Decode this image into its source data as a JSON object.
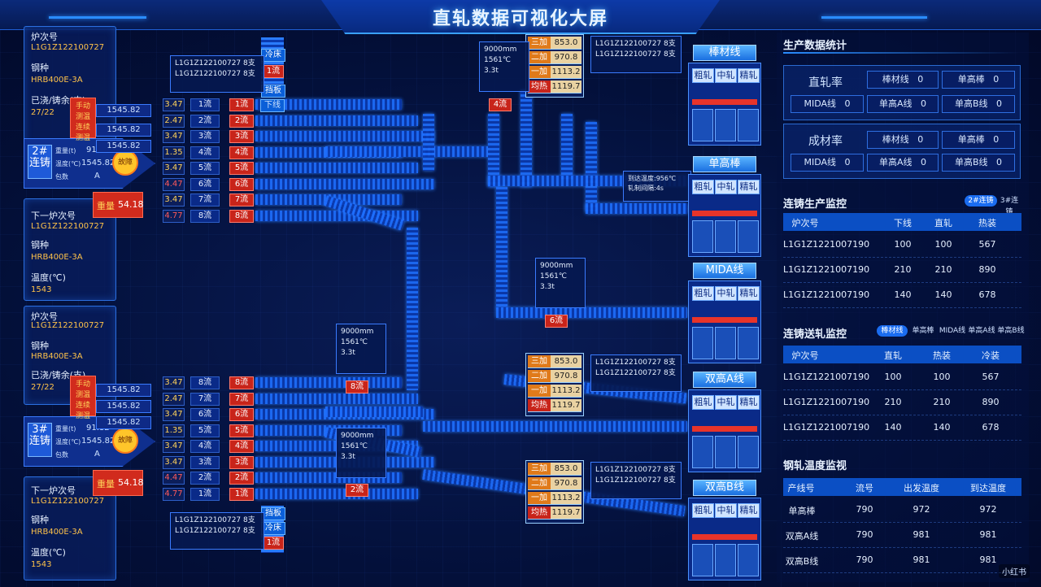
{
  "title": "直轧数据可视化大屏",
  "caster_panels": [
    {
      "heat_label": "炉次号",
      "heat_no": "L1G1Z122100727",
      "steel_label": "钢种",
      "steel": "HRB400E-3A",
      "cast_label": "已浇/铸余(支)",
      "cast": "27/22"
    },
    {
      "heat_label": "下一炉次号",
      "heat_no": "L1G1Z122100727",
      "steel_label": "钢种",
      "steel": "HRB400E-3A",
      "temp_label": "温度(℃)",
      "temp": "1543"
    },
    {
      "heat_label": "炉次号",
      "heat_no": "L1G1Z122100727",
      "steel_label": "钢种",
      "steel": "HRB400E-3A",
      "cast_label": "已浇/铸余(支)",
      "cast": "27/22"
    },
    {
      "heat_label": "下一炉次号",
      "heat_no": "L1G1Z122100727",
      "steel_label": "钢种",
      "steel": "HRB400E-3A",
      "temp_label": "温度(℃)",
      "temp": "1543"
    }
  ],
  "casters": [
    {
      "name_top": "2#",
      "name_bottom": "连铸",
      "weight_label": "重量(t)",
      "weight": "91.82",
      "temp_label": "温度(℃)",
      "temp": "1545.82",
      "ladle_label": "包数",
      "ladle": "A",
      "badge": "故障",
      "side": [
        "手动",
        "测温",
        "连续",
        "测温"
      ],
      "side_vals": [
        "1545.82",
        "1545.82",
        "1545.82"
      ],
      "heavy_label": "重量",
      "heavy": "54.18"
    },
    {
      "name_top": "3#",
      "name_bottom": "连铸",
      "weight_label": "重量(t)",
      "weight": "91.82",
      "temp_label": "温度(℃)",
      "temp": "1545.82",
      "ladle_label": "包数",
      "ladle": "A",
      "badge": "故障",
      "side": [
        "手动",
        "测温",
        "连续",
        "测温"
      ],
      "side_vals": [
        "1545.82",
        "1545.82",
        "1545.82"
      ],
      "heavy_label": "重量",
      "heavy": "54.18"
    }
  ],
  "top_strands": [
    {
      "speed": "3.47",
      "flow": "1流",
      "tag": "1流",
      "red_speed": false
    },
    {
      "speed": "2.47",
      "flow": "2流",
      "tag": "2流",
      "red_speed": false
    },
    {
      "speed": "3.47",
      "flow": "3流",
      "tag": "3流",
      "red_speed": false
    },
    {
      "speed": "1.35",
      "flow": "4流",
      "tag": "4流",
      "red_speed": false
    },
    {
      "speed": "3.47",
      "flow": "5流",
      "tag": "5流",
      "red_speed": false
    },
    {
      "speed": "4.47",
      "flow": "6流",
      "tag": "6流",
      "red_speed": true
    },
    {
      "speed": "3.47",
      "flow": "7流",
      "tag": "7流",
      "red_speed": false
    },
    {
      "speed": "4.77",
      "flow": "8流",
      "tag": "8流",
      "red_speed": true
    }
  ],
  "bottom_strands": [
    {
      "speed": "3.47",
      "flow": "8流",
      "tag": "8流",
      "red_speed": false
    },
    {
      "speed": "2.47",
      "flow": "7流",
      "tag": "7流",
      "red_speed": false
    },
    {
      "speed": "3.47",
      "flow": "6流",
      "tag": "6流",
      "red_speed": false
    },
    {
      "speed": "1.35",
      "flow": "5流",
      "tag": "5流",
      "red_speed": false
    },
    {
      "speed": "3.47",
      "flow": "4流",
      "tag": "4流",
      "red_speed": false
    },
    {
      "speed": "3.47",
      "flow": "3流",
      "tag": "3流",
      "red_speed": false
    },
    {
      "speed": "4.47",
      "flow": "2流",
      "tag": "2流",
      "red_speed": true
    },
    {
      "speed": "4.77",
      "flow": "1流",
      "tag": "1流",
      "red_speed": true
    }
  ],
  "downline_label": "下线",
  "cold_bed": "冷床",
  "baffle": "挡板",
  "flow1": "1流",
  "batch_rows": [
    {
      "heat": "L1G1Z122100727",
      "count": "8支"
    },
    {
      "heat": "L1G1Z122100727",
      "count": "8支"
    }
  ],
  "furnace": {
    "rows": [
      {
        "label": "三加",
        "value": "853.0"
      },
      {
        "label": "二加",
        "value": "970.8"
      },
      {
        "label": "一加",
        "value": "1113.2"
      },
      {
        "label": "均热",
        "value": "1119.7"
      }
    ]
  },
  "info_boxes": [
    {
      "len": "9000mm",
      "temp": "1561℃",
      "wt": "3.3t"
    }
  ],
  "flow_tags": {
    "f4": "4流",
    "f6": "6流",
    "f8": "8流",
    "f2": "2流"
  },
  "arrival": {
    "temp_label": "到达温度:",
    "temp": "956℃",
    "time_label": "轧制间隔:",
    "time": "4s"
  },
  "mills": [
    {
      "name": "棒材线"
    },
    {
      "name": "单高棒"
    },
    {
      "name": "MIDA线"
    },
    {
      "name": "双高A线"
    },
    {
      "name": "双高B线"
    }
  ],
  "mill_cells": [
    "粗轧",
    "中轧",
    "精轧"
  ],
  "stats": {
    "title": "生产数据统计",
    "direct_rate_label": "直轧率",
    "yield_label": "成材率",
    "chips": [
      {
        "label": "棒材线",
        "value": "0"
      },
      {
        "label": "单高棒",
        "value": "0"
      },
      {
        "label": "MIDA线",
        "value": "0"
      },
      {
        "label": "单高A线",
        "value": "0"
      },
      {
        "label": "单高B线",
        "value": "0"
      }
    ]
  },
  "cc_monitor": {
    "title": "连铸生产监控",
    "tabs": [
      "2#连铸",
      "3#连铸"
    ],
    "headers": [
      "炉次号",
      "下线",
      "直轧",
      "热装"
    ],
    "rows": [
      [
        "L1G1Z1221007190",
        "100",
        "100",
        "567"
      ],
      [
        "L1G1Z1221007190",
        "210",
        "210",
        "890"
      ],
      [
        "L1G1Z1221007190",
        "140",
        "140",
        "678"
      ]
    ]
  },
  "feed_monitor": {
    "title": "连铸送轧监控",
    "tabs": [
      "棒材线",
      "单高棒",
      "MIDA线",
      "单高A线",
      "单高B线"
    ],
    "headers": [
      "炉次号",
      "直轧",
      "热装",
      "冷装"
    ],
    "rows": [
      [
        "L1G1Z1221007190",
        "100",
        "100",
        "567"
      ],
      [
        "L1G1Z1221007190",
        "210",
        "210",
        "890"
      ],
      [
        "L1G1Z1221007190",
        "140",
        "140",
        "678"
      ]
    ]
  },
  "temp_monitor": {
    "title": "钢轧温度监视",
    "headers": [
      "产线号",
      "流号",
      "出发温度",
      "到达温度"
    ],
    "rows": [
      [
        "单高棒",
        "790",
        "972",
        "972"
      ],
      [
        "双高A线",
        "790",
        "981",
        "981"
      ],
      [
        "双高B线",
        "790",
        "981",
        "981"
      ]
    ]
  },
  "watermark": "小红书"
}
